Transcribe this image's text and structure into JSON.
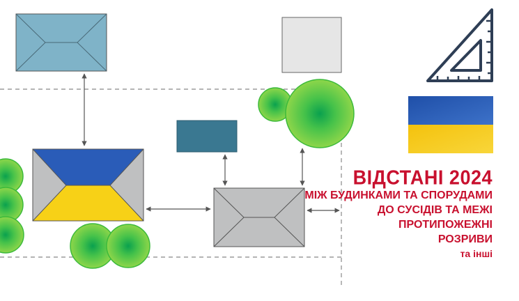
{
  "colors": {
    "accent_red": "#c8102e",
    "house_blue": "#7fb3c8",
    "ua_blue": "#2a5cb8",
    "ua_yellow": "#f7d117",
    "grey_house": "#bfc0c1",
    "small_house": "#3a7891",
    "tree_green": "#3cba3c"
  },
  "icons": {
    "triangle_ruler": "set-square-icon",
    "flag": "ukraine-flag-icon"
  },
  "title": {
    "main": "ВІДСТАНІ 2024",
    "lines": [
      "МІЖ БУДИНКАМИ ТА СПОРУДАМИ",
      "ДО СУСІДІВ ТА МЕЖІ",
      "ПРОТИПОЖЕЖНІ",
      "РОЗРИВИ"
    ],
    "footer": "та інші"
  }
}
